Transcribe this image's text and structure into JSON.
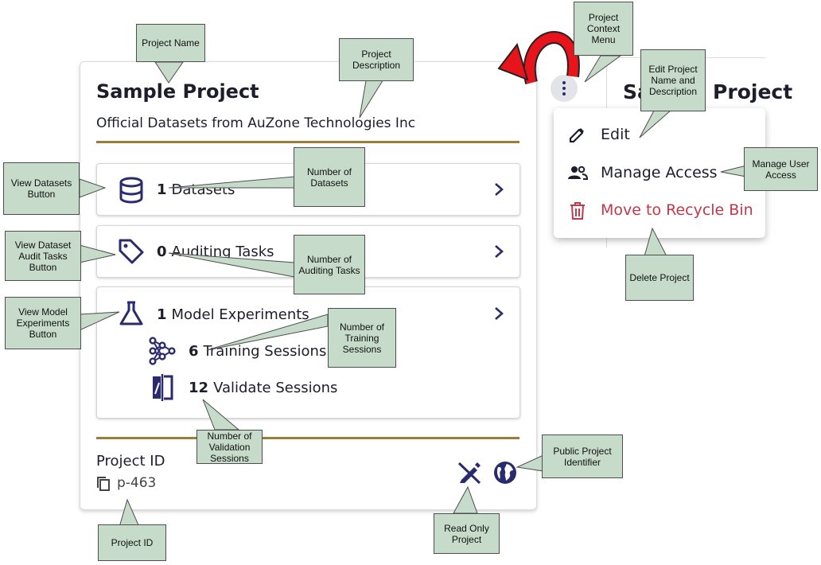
{
  "card": {
    "title": "Sample Project",
    "description": "Official Datasets from AuZone Technologies Inc",
    "rows": {
      "datasets": {
        "count": "1",
        "label": "Datasets"
      },
      "auditing": {
        "count": "0",
        "label": "Auditing Tasks"
      },
      "experiments": {
        "count": "1",
        "label": "Model Experiments"
      },
      "training": {
        "count": "6",
        "label": "Training Sessions"
      },
      "validate": {
        "count": "12",
        "label": "Validate Sessions"
      }
    },
    "project_id_label": "Project ID",
    "project_id_value": "p-463"
  },
  "background_card": {
    "title": "Sample Project"
  },
  "menu": {
    "edit": "Edit",
    "manage_access": "Manage Access",
    "recycle": "Move to Recycle Bin"
  },
  "colors": {
    "accent_rule": "#9b7d3a",
    "icon_navy": "#2a2a6e",
    "danger": "#c0394b",
    "callout_fill": "#c6dbc9",
    "arrow_red": "#e8141c"
  },
  "icons": {
    "datasets": "database-icon",
    "auditing": "tag-icon",
    "experiments": "flask-icon",
    "training": "neural-network-icon",
    "validate": "compare-icon",
    "copy": "copy-icon",
    "read_only": "pencil-off-icon",
    "public": "globe-icon",
    "edit": "pencil-icon",
    "manage_access": "users-icon",
    "recycle": "trash-icon"
  },
  "callouts": {
    "project_name": "Project Name",
    "project_description": "Project Description",
    "context_menu": "Project Context Menu",
    "edit_name": "Edit Project Name and Description",
    "manage_user": "Manage User Access",
    "delete_project": "Delete Project",
    "view_datasets": "View Datasets Button",
    "num_datasets": "Number of Datasets",
    "view_audit": "View Dataset Audit Tasks Button",
    "num_audit": "Number of Auditing Tasks",
    "view_experiments": "View Model Experiments Button",
    "num_training": "Number of Training Sessions",
    "num_validation": "Number of Validation Sessions",
    "public_id": "Public Project Identifier",
    "read_only": "Read Only Project",
    "project_id": "Project ID"
  }
}
